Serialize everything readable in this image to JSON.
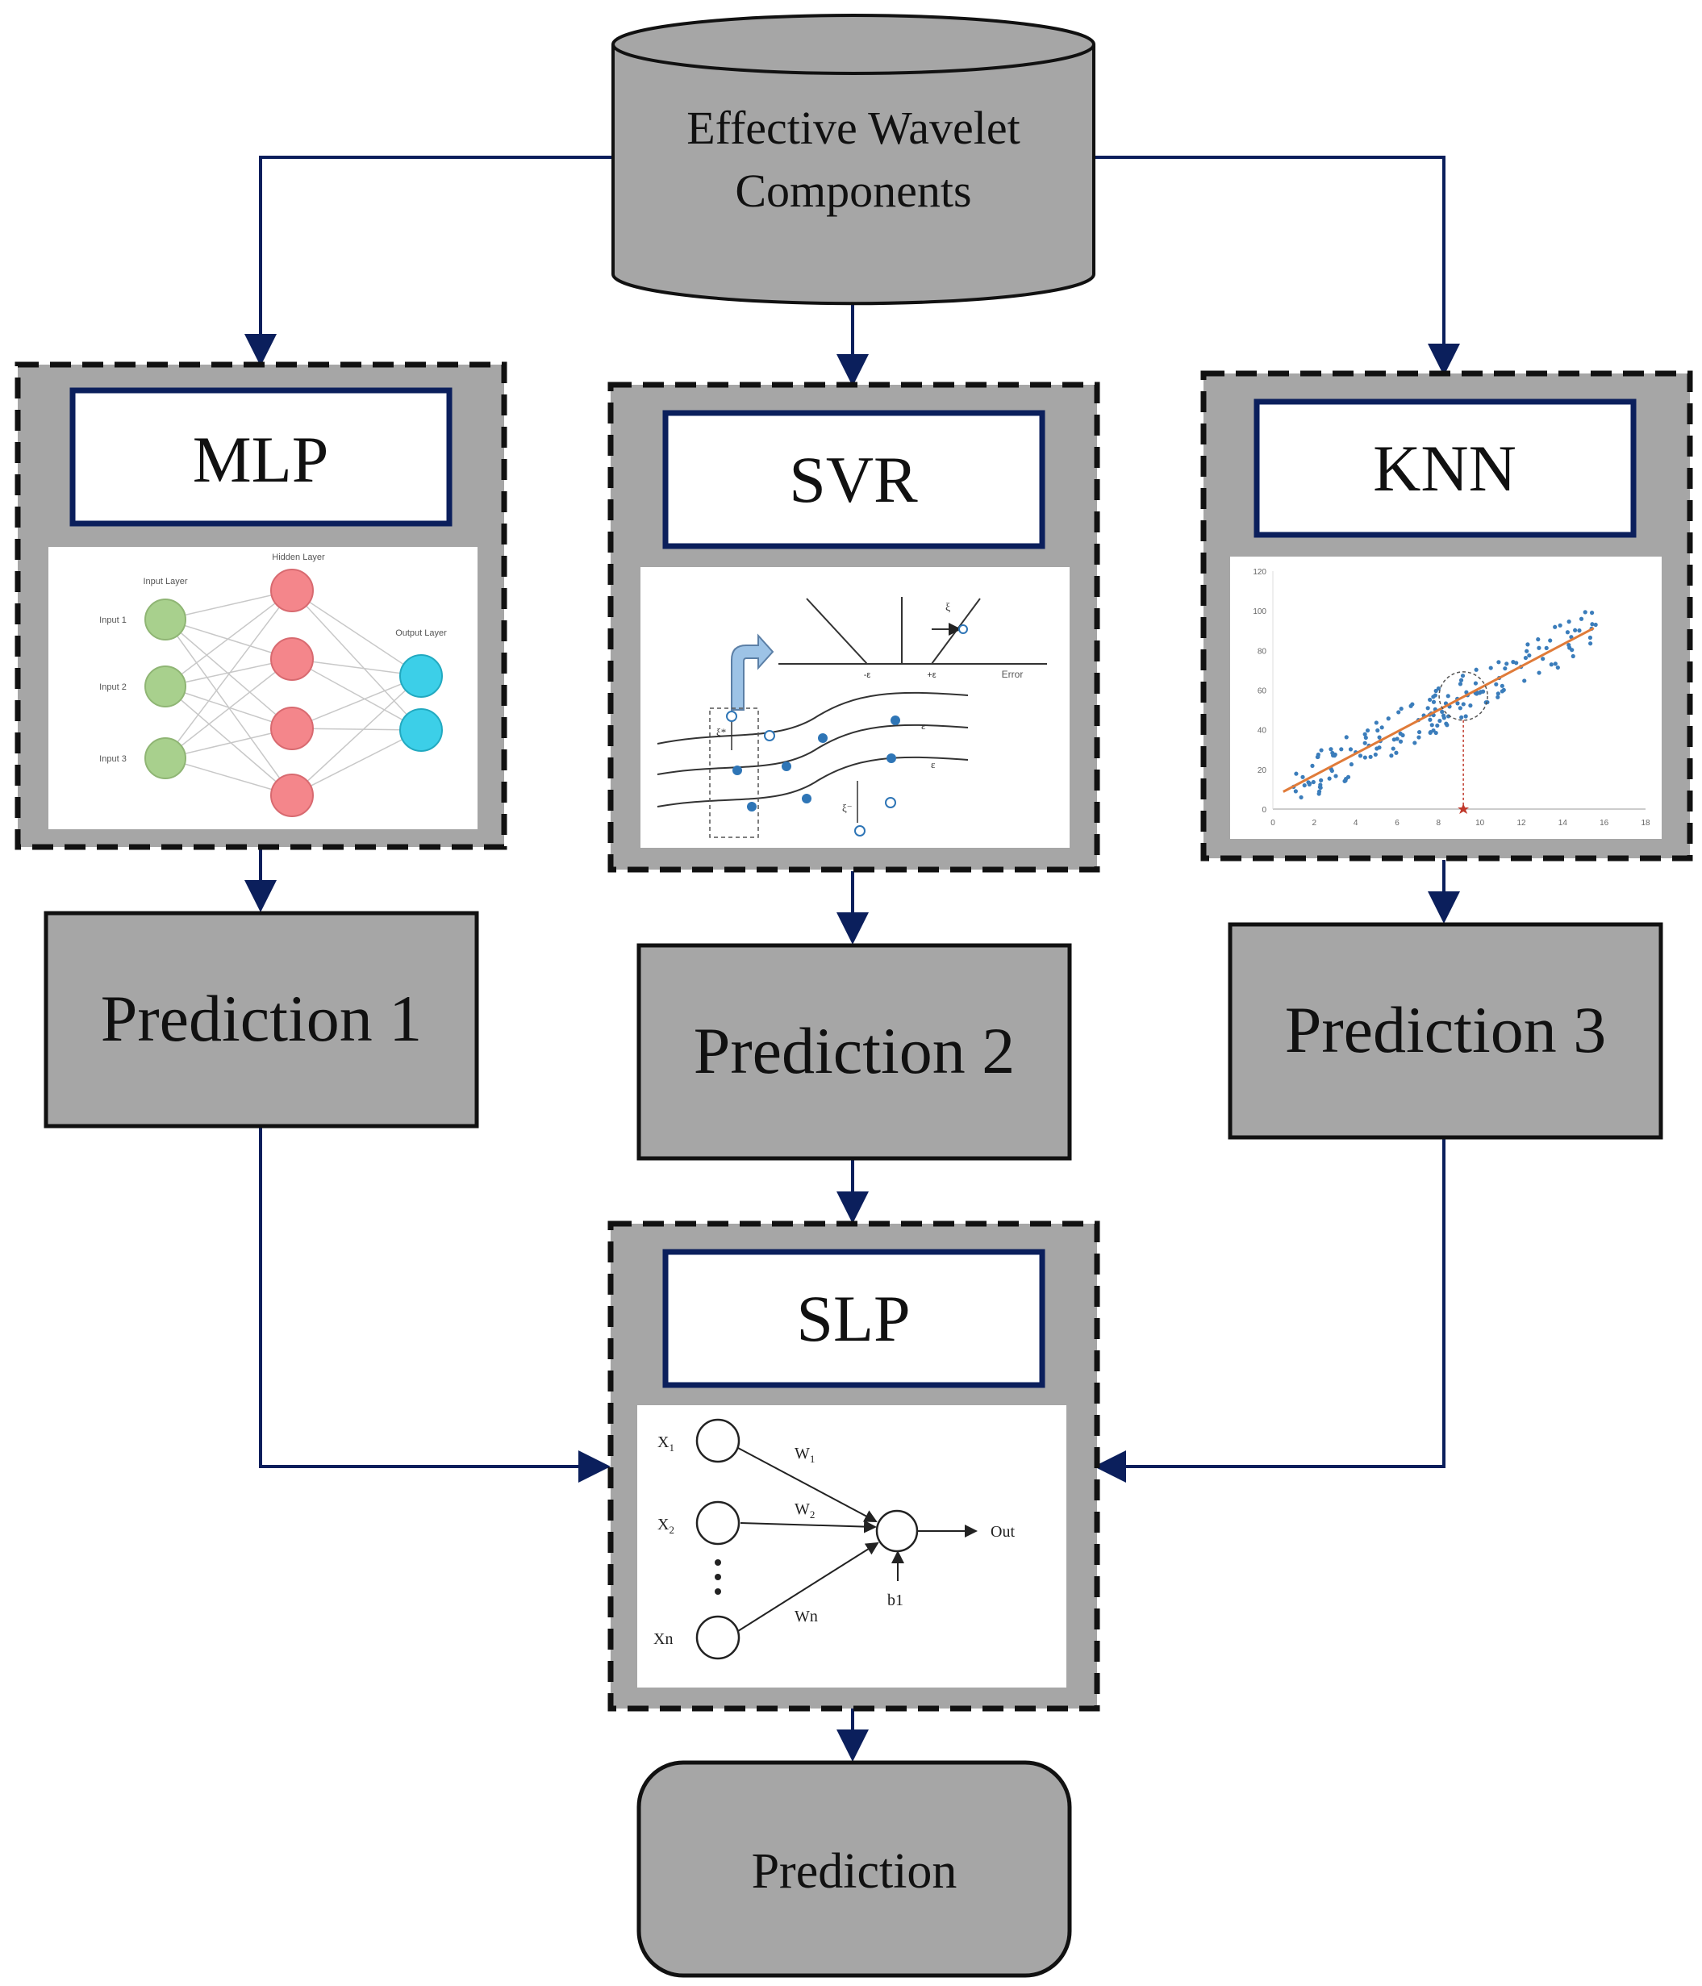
{
  "source": {
    "label_line1": "Effective Wavelet",
    "label_line2": "Components"
  },
  "models": {
    "mlp": {
      "title": "MLP",
      "input_layer_label": "Input Layer",
      "hidden_layer_label": "Hidden Layer",
      "output_layer_label": "Output Layer",
      "input_labels": [
        "Input 1",
        "Input 2",
        "Input 3"
      ]
    },
    "svr": {
      "title": "SVR",
      "error_label": "Error",
      "neg_eps_label": "-ε",
      "pos_eps_label": "+ε",
      "xi_label": "ξ",
      "xi_star_label": "ξ*",
      "xi_minus_label": "ξ⁻",
      "eps_label": "ε"
    },
    "knn": {
      "title": "KNN",
      "y_ticks": [
        "0",
        "20",
        "40",
        "60",
        "80",
        "100",
        "120"
      ],
      "x_ticks": [
        "0",
        "2",
        "4",
        "6",
        "8",
        "10",
        "12",
        "14",
        "16",
        "18"
      ]
    }
  },
  "predictions": [
    "Prediction 1",
    "Prediction 2",
    "Prediction 3"
  ],
  "slp": {
    "title": "SLP",
    "x1": "X",
    "x1_sub": "1",
    "x2": "X",
    "x2_sub": "2",
    "xn": "Xn",
    "w1": "W",
    "w1_sub": "1",
    "w2": "W",
    "w2_sub": "2",
    "wn": "Wn",
    "bias": "b1",
    "out": "Out"
  },
  "final": {
    "label": "Prediction"
  },
  "colors": {
    "box_fill": "#a6a6a6",
    "title_border": "#0b1f5c",
    "arrow": "#0b1f5c",
    "mlp_input": "#a8d08d",
    "mlp_hidden": "#f4868b",
    "mlp_output": "#3ccfe8",
    "svr_point": "#2e75b6",
    "knn_point": "#3b7dbb",
    "knn_line": "#e07b39",
    "knn_marker": "#c0392b"
  }
}
